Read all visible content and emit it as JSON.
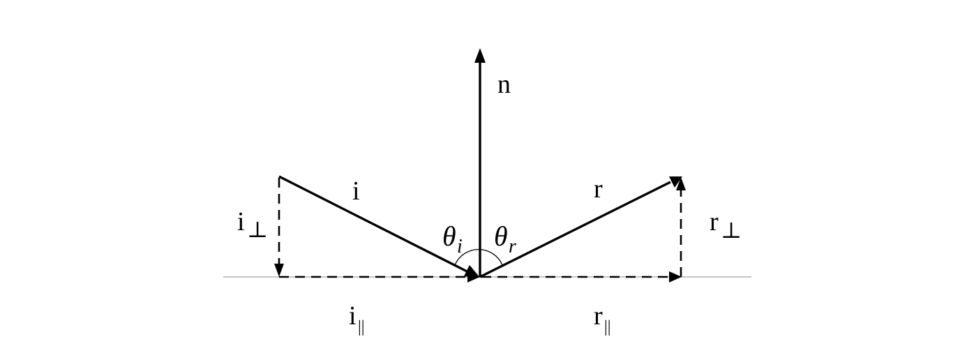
{
  "labels": {
    "normal": "n",
    "incident": "i",
    "reflected": "r",
    "theta": "θ",
    "theta_i_sub": "i",
    "theta_r_sub": "r",
    "i_perp_base": "i",
    "perp_symbol": "⊥",
    "r_perp_base": "r",
    "i_par_base": "i",
    "r_par_base": "r",
    "par_symbol": "||"
  },
  "colors": {
    "stroke": "#000000",
    "surface": "#b4b4b4",
    "background": "#ffffff"
  }
}
